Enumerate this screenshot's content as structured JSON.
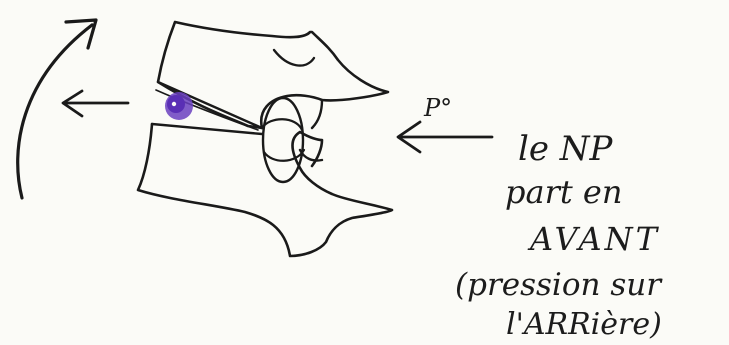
{
  "labels": {
    "force": "P°",
    "line1": "le NP",
    "line2": "part en",
    "line3": "AVANT",
    "line4": "(pression sur",
    "line5": "l'ARRière)"
  },
  "colors": {
    "ink": "#1a1a1a",
    "nucleus": "#6a3fc0",
    "paper": "#fbfbf7"
  },
  "icons": {
    "rotation": "curved-arrow-up-icon",
    "anterior_shift": "arrow-left-icon",
    "pressure": "arrow-left-icon"
  }
}
